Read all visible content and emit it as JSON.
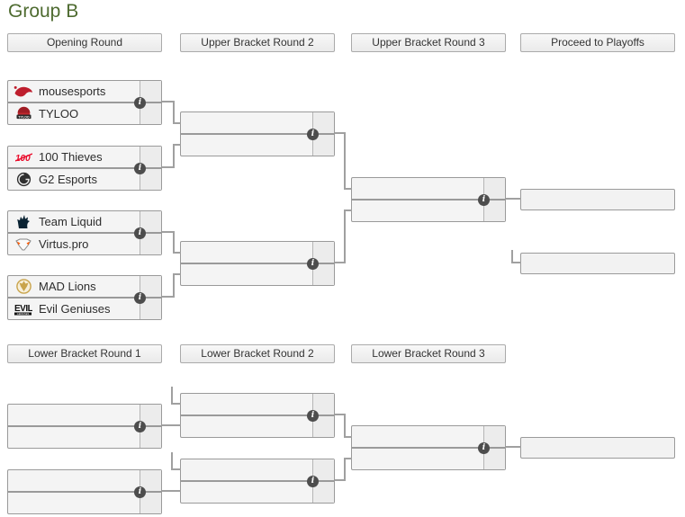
{
  "page": {
    "title": "Group B"
  },
  "rounds": {
    "upper": [
      "Opening Round",
      "Upper Bracket Round 2",
      "Upper Bracket Round 3",
      "Proceed to Playoffs"
    ],
    "lower": [
      "Lower Bracket Round 1",
      "Lower Bracket Round 2",
      "Lower Bracket Round 3"
    ]
  },
  "bracket": {
    "opening": [
      {
        "teams": [
          {
            "name": "mousesports",
            "logo": "mousesports-logo",
            "brand_color": "#be1e2d",
            "score": ""
          },
          {
            "name": "TYLOO",
            "logo": "tyloo-logo",
            "brand_color": "#c1272d",
            "score": ""
          }
        ]
      },
      {
        "teams": [
          {
            "name": "100 Thieves",
            "logo": "100-thieves-logo",
            "brand_color": "#ea0a2a",
            "score": ""
          },
          {
            "name": "G2 Esports",
            "logo": "g2-esports-logo",
            "brand_color": "#2f2f2f",
            "score": ""
          }
        ]
      },
      {
        "teams": [
          {
            "name": "Team Liquid",
            "logo": "team-liquid-logo",
            "brand_color": "#0a2333",
            "score": ""
          },
          {
            "name": "Virtus.pro",
            "logo": "virtus-pro-logo",
            "brand_color": "#ff5c05",
            "score": ""
          }
        ]
      },
      {
        "teams": [
          {
            "name": "MAD Lions",
            "logo": "mad-lions-logo",
            "brand_color": "#c9a44c",
            "score": ""
          },
          {
            "name": "Evil Geniuses",
            "logo": "evil-geniuses-logo",
            "brand_color": "#101010",
            "score": ""
          }
        ]
      }
    ],
    "upper_round2": [
      {
        "teams": [
          {
            "name": "",
            "score": ""
          },
          {
            "name": "",
            "score": ""
          }
        ]
      },
      {
        "teams": [
          {
            "name": "",
            "score": ""
          },
          {
            "name": "",
            "score": ""
          }
        ]
      }
    ],
    "upper_round3": [
      {
        "teams": [
          {
            "name": "",
            "score": ""
          },
          {
            "name": "",
            "score": ""
          }
        ]
      }
    ],
    "playoff_slots": [
      {
        "name": ""
      },
      {
        "name": ""
      }
    ],
    "lower_round1": [
      {
        "teams": [
          {
            "name": "",
            "score": ""
          },
          {
            "name": "",
            "score": ""
          }
        ]
      },
      {
        "teams": [
          {
            "name": "",
            "score": ""
          },
          {
            "name": "",
            "score": ""
          }
        ]
      }
    ],
    "lower_round2": [
      {
        "teams": [
          {
            "name": "",
            "score": ""
          },
          {
            "name": "",
            "score": ""
          }
        ]
      },
      {
        "teams": [
          {
            "name": "",
            "score": ""
          },
          {
            "name": "",
            "score": ""
          }
        ]
      }
    ],
    "lower_round3": [
      {
        "teams": [
          {
            "name": "",
            "score": ""
          },
          {
            "name": "",
            "score": ""
          }
        ]
      }
    ],
    "lower_winner_slot": {
      "name": ""
    }
  },
  "ui": {
    "info_icon_glyph": "i",
    "colors": {
      "heading_text": "#4e6b30",
      "box_border": "#9a9a9a",
      "box_bg": "#f4f4f4",
      "score_bg": "#ececec",
      "connector": "#a0a0a0",
      "info_icon_bg": "#4d4d4d"
    }
  }
}
